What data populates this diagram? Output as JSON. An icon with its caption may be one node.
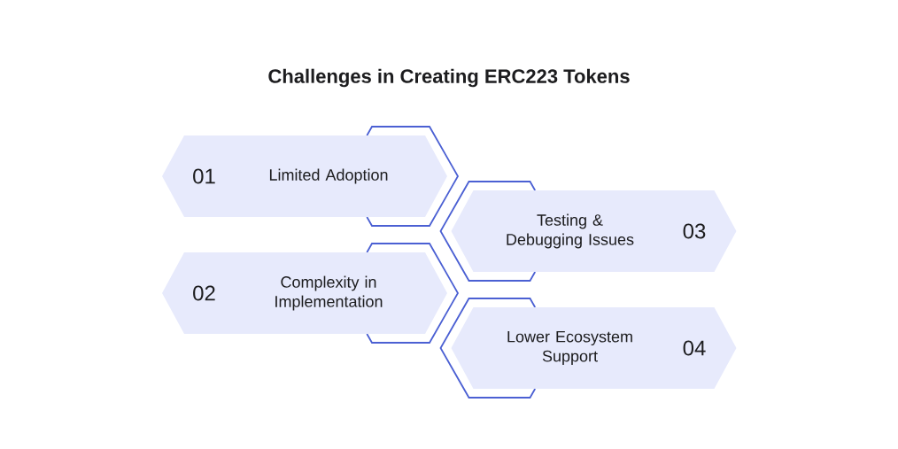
{
  "diagram": {
    "title": "Challenges in Creating ERC223 Tokens",
    "nodes": [
      {
        "text": [
          "01",
          "Limited Adoption"
        ]
      },
      {
        "text": [
          "02",
          "Complexity in Implementation"
        ]
      },
      {
        "text": [
          "Testing & Debugging Issues",
          "03"
        ]
      },
      {
        "text": [
          "Lower Ecosystem Support",
          "04"
        ]
      }
    ]
  }
}
